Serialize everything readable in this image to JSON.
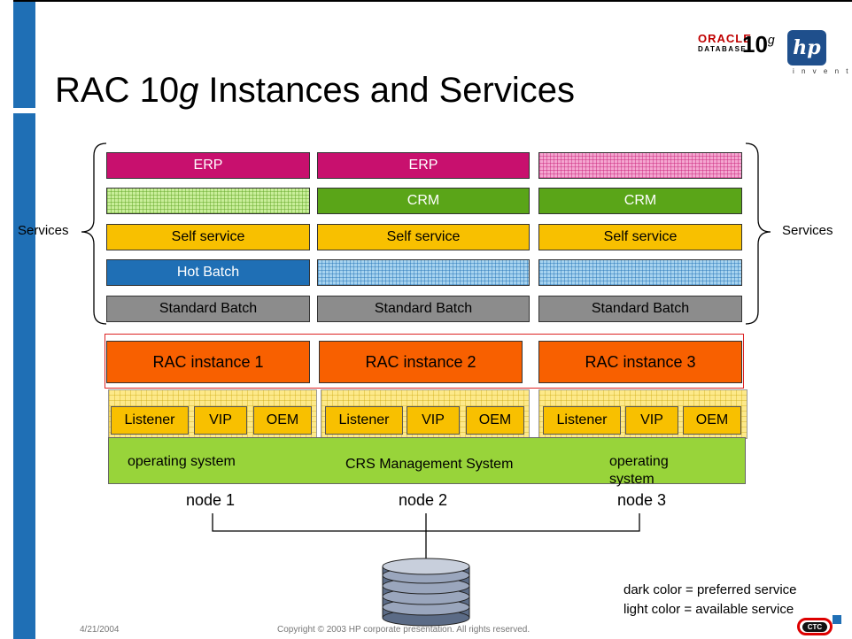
{
  "title": {
    "prefix": "RAC 10",
    "italic": "g",
    "suffix": " Instances and Services"
  },
  "logos": {
    "oracle": "ORACLE",
    "database": "DATABASE",
    "ten": "10",
    "g": "g",
    "hp": "hp",
    "invent": "i n v e n t"
  },
  "services_label_left": "Services",
  "services_label_right": "Services",
  "columns": [
    {
      "erp": "ERP",
      "crm": "",
      "self": "Self service",
      "hot": "Hot Batch",
      "std": "Standard Batch",
      "rac": "RAC  instance 1",
      "listener": "Listener",
      "vip": "VIP",
      "oem": "OEM",
      "node": "node 1"
    },
    {
      "erp": "ERP",
      "crm": "CRM",
      "self": "Self service",
      "hot": "",
      "std": "Standard Batch",
      "rac": "RAC  instance 2",
      "listener": "Listener",
      "vip": "VIP",
      "oem": "OEM",
      "node": "node 2"
    },
    {
      "erp": "",
      "crm": "CRM",
      "self": "Self service",
      "hot": "",
      "std": "Standard Batch",
      "rac": "RAC  instance 3",
      "listener": "Listener",
      "vip": "VIP",
      "oem": "OEM",
      "node": "node 3"
    }
  ],
  "os": {
    "left": "operating system",
    "center": "CRS Management System",
    "right_line1": "operating",
    "right_line2": "system"
  },
  "legend": {
    "dark": "dark color = preferred service",
    "light": "light color = available service"
  },
  "footer": {
    "date": "4/21/2004",
    "copyright": "Copyright © 2003 HP corporate presentation. All rights reserved.",
    "ctc": "CTC"
  },
  "colors": {
    "erp": "#c8106e",
    "crm": "#5aa518",
    "self_service": "#f8c000",
    "hot_batch": "#1f6fb5",
    "standard_batch": "#8c8c8c",
    "rac_instance": "#f86000",
    "os": "#98d43a",
    "accent_bar": "#1f6fb5"
  }
}
